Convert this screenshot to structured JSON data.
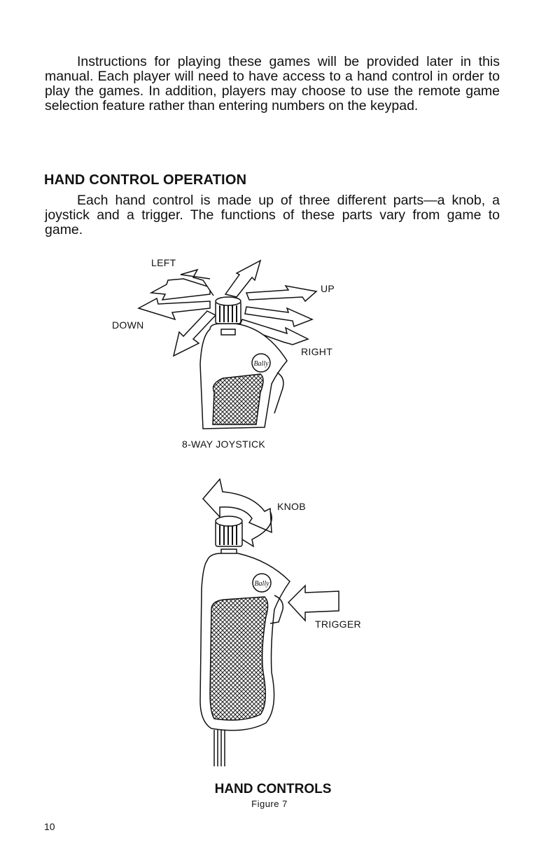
{
  "intro": {
    "paragraph": "Instructions for playing these games will be provided later in this manual. Each player will need to have access to a hand control in order to play the games. In addition, players may choose to use the remote game selection feature rather than entering numbers on the keypad."
  },
  "section": {
    "heading": "HAND CONTROL OPERATION",
    "paragraph": "Each hand control is made up of three different parts—a knob, a joystick and a trigger. The functions of these parts vary from game to game."
  },
  "joystick_figure": {
    "labels": {
      "left": "LEFT",
      "up": "UP",
      "down": "DOWN",
      "right": "RIGHT"
    },
    "caption": "8-WAY JOYSTICK"
  },
  "hand_control_figure": {
    "labels": {
      "knob": "KNOB",
      "trigger": "TRIGGER"
    }
  },
  "figure_caption": {
    "title": "HAND CONTROLS",
    "number": "Figure 7"
  },
  "page_number": "10"
}
